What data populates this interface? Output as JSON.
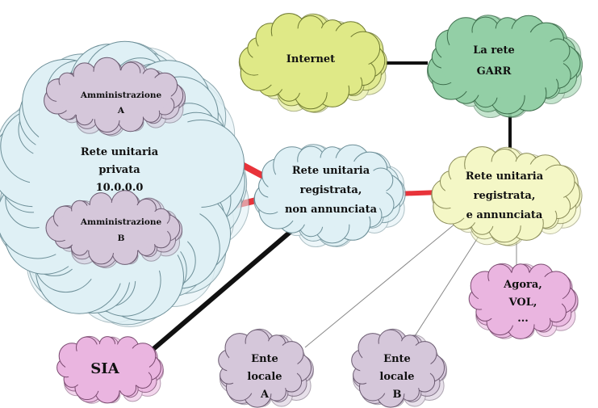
{
  "colors": {
    "pale_blue": "#dff0f5",
    "pale_blue_edge": "#6d8f98",
    "mauve": "#d5c7da",
    "mauve_edge": "#6a5a70",
    "yellow_green": "#dfe987",
    "yellow_green_edge": "#6f7a30",
    "sea_green": "#93cfa6",
    "sea_green_edge": "#3d6e4c",
    "pale_yellow": "#f4f7c6",
    "pale_yellow_edge": "#8a8c58",
    "pink": "#eab5e0",
    "pink_edge": "#7a4a70",
    "red_link": "#e8333a",
    "black_link": "#111111",
    "thin_link": "#777777"
  },
  "clouds": {
    "private_network": {
      "line1": "Rete unitaria",
      "line2": "privata",
      "line3": "10.0.0.0",
      "color": "pale_blue"
    },
    "admin_a": {
      "line1": "Amministrazione",
      "line2": "A",
      "color": "mauve"
    },
    "admin_b": {
      "line1": "Amministrazione",
      "line2": "B",
      "color": "mauve"
    },
    "internet": {
      "line1": "Internet",
      "color": "yellow_green"
    },
    "garr": {
      "line1": "La rete",
      "line2": "GARR",
      "color": "sea_green"
    },
    "registered_unannounced": {
      "line1": "Rete unitaria",
      "line2": "registrata,",
      "line3": "non annunciata",
      "color": "pale_blue"
    },
    "registered_announced": {
      "line1": "Rete unitaria",
      "line2": "registrata,",
      "line3": "e annunciata",
      "color": "pale_yellow"
    },
    "agora": {
      "line1": "Agora,",
      "line2": "VOL,",
      "line3": "...",
      "color": "pink"
    },
    "sia": {
      "line1": "SIA",
      "color": "pink"
    },
    "ente_a": {
      "line1": "Ente",
      "line2": "locale",
      "line3": "A",
      "color": "mauve"
    },
    "ente_b": {
      "line1": "Ente",
      "line2": "locale",
      "line3": "B",
      "color": "mauve"
    }
  },
  "links": [
    {
      "from": "admin_a",
      "to": "registered_unannounced",
      "style": "red_link"
    },
    {
      "from": "admin_b",
      "to": "registered_unannounced",
      "style": "red_link"
    },
    {
      "from": "registered_unannounced",
      "to": "registered_announced",
      "style": "red_link"
    },
    {
      "from": "internet",
      "to": "garr",
      "style": "black_link"
    },
    {
      "from": "garr",
      "to": "registered_announced",
      "style": "black_link"
    },
    {
      "from": "registered_unannounced",
      "to": "sia",
      "style": "black_link"
    },
    {
      "from": "registered_announced",
      "to": "agora",
      "style": "thin_link"
    },
    {
      "from": "registered_announced",
      "to": "ente_a",
      "style": "thin_link"
    },
    {
      "from": "registered_announced",
      "to": "ente_b",
      "style": "thin_link"
    }
  ]
}
